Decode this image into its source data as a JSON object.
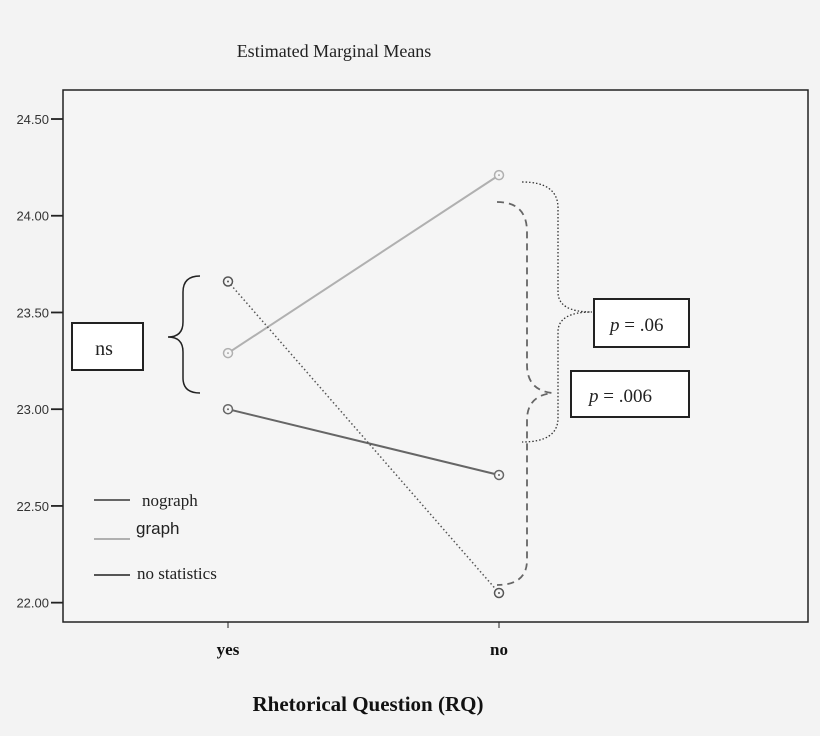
{
  "chart_data": {
    "type": "line",
    "title": "Estimated Marginal Means",
    "xlabel": "Rhetorical Question (RQ)",
    "ylabel": "",
    "categories": [
      "yes",
      "no"
    ],
    "ylim": [
      21.9,
      24.65
    ],
    "yticks": [
      22.0,
      22.5,
      23.0,
      23.5,
      24.0,
      24.5
    ],
    "ytick_labels": [
      "22.00",
      "22.50",
      "23.00",
      "23.50",
      "24.00",
      "24.50"
    ],
    "series": [
      {
        "name": "nograph",
        "values": [
          23.0,
          22.66
        ],
        "color": "#666666",
        "line_style": "solid"
      },
      {
        "name": "graph",
        "values": [
          23.29,
          24.21
        ],
        "color": "#b0b0b0",
        "line_style": "solid"
      },
      {
        "name": "no statistics",
        "values": [
          23.66,
          22.05
        ],
        "color": "#555555",
        "line_style": "dotted"
      }
    ],
    "legend_placement": "bottom-left",
    "annotations": [
      {
        "id": "ns",
        "text": "ns"
      },
      {
        "id": "p06",
        "text_prefix": "p",
        "text_rest": " = .06"
      },
      {
        "id": "p006",
        "text_prefix": "p",
        "text_rest": " = .006"
      }
    ]
  }
}
